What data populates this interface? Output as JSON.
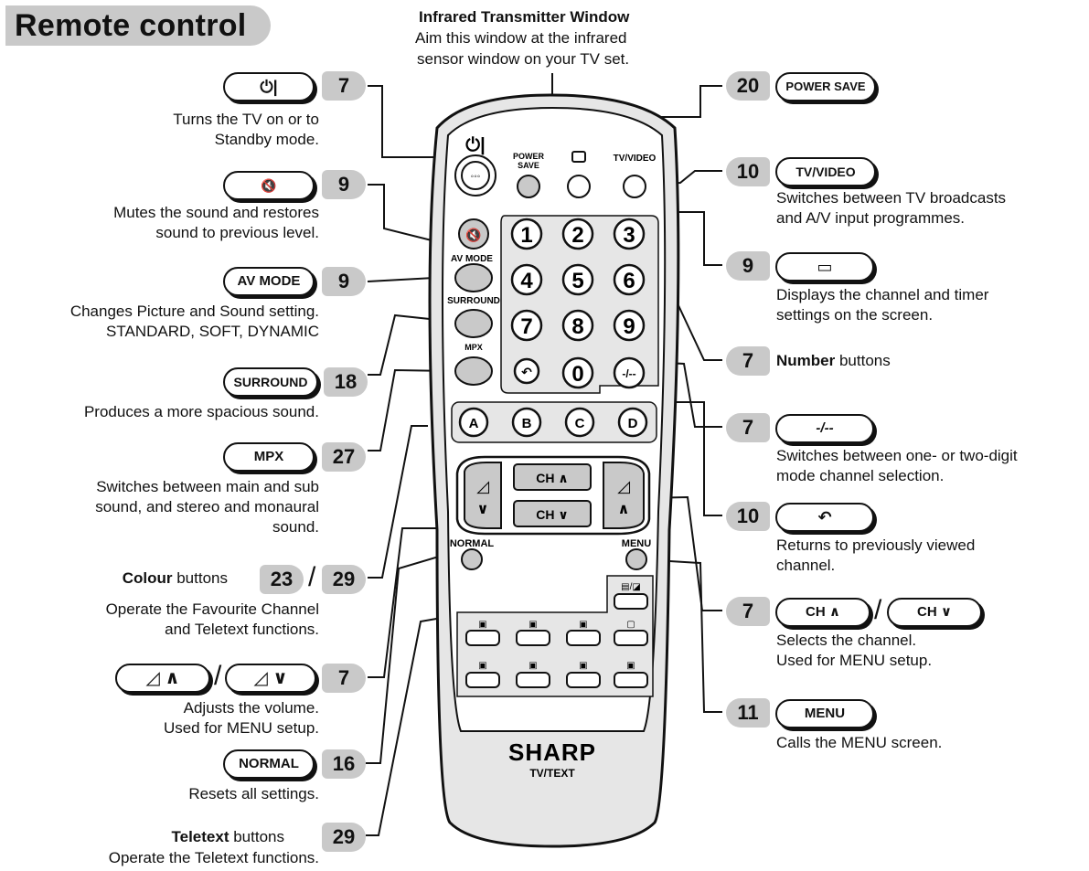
{
  "title": "Remote control",
  "ir_window": {
    "heading": "Infrared Transmitter Window",
    "line1": "Aim this window at the infrared",
    "line2": "sensor window on your TV set."
  },
  "left": {
    "power": {
      "page": "7",
      "key": "⏻|",
      "line1": "Turns the TV on or to",
      "line2": "Standby mode."
    },
    "mute": {
      "page": "9",
      "key": "🔇",
      "line1": "Mutes the sound and restores",
      "line2": "sound to previous level."
    },
    "avmode": {
      "page": "9",
      "key": "AV MODE",
      "line1": "Changes Picture and Sound setting.",
      "line2": "STANDARD, SOFT, DYNAMIC"
    },
    "surround": {
      "page": "18",
      "key": "SURROUND",
      "line1": "Produces a more spacious sound."
    },
    "mpx": {
      "page": "27",
      "key": "MPX",
      "line1": "Switches between main and sub",
      "line2": "sound, and stereo and monaural",
      "line3": "sound."
    },
    "colour": {
      "page1": "23",
      "page2": "29",
      "label_bold": "Colour",
      "label_rest": " buttons",
      "line1": "Operate the Favourite Channel",
      "line2": "and Teletext functions."
    },
    "volume": {
      "page": "7",
      "line1": "Adjusts the volume.",
      "line2": "Used for MENU setup."
    },
    "normal": {
      "page": "16",
      "key": "NORMAL",
      "line1": "Resets all settings."
    },
    "teletext": {
      "page": "29",
      "label_bold": "Teletext",
      "label_rest": " buttons",
      "line1": "Operate the Teletext functions."
    }
  },
  "right": {
    "powersave": {
      "page": "20",
      "key": "POWER SAVE"
    },
    "tvvideo": {
      "page": "10",
      "key": "TV/VIDEO",
      "line1": "Switches between TV broadcasts",
      "line2": "and A/V input programmes."
    },
    "display": {
      "page": "9",
      "key": "▭",
      "line1": "Displays the channel and timer",
      "line2": "settings on the screen."
    },
    "number": {
      "page": "7",
      "label_bold": "Number",
      "label_rest": " buttons"
    },
    "digit": {
      "page": "7",
      "key": "-/--",
      "line1": "Switches between one- or two-digit",
      "line2": "mode channel selection."
    },
    "flashback": {
      "page": "10",
      "key": "↶",
      "line1": "Returns to previously viewed",
      "line2": "channel."
    },
    "channel": {
      "page": "7",
      "key_up": "CH ∧",
      "key_down": "CH ∨",
      "line1": "Selects the channel.",
      "line2": "Used for MENU setup."
    },
    "menu": {
      "page": "11",
      "key": "MENU",
      "line1": "Calls the MENU screen."
    }
  },
  "remote": {
    "labels": {
      "power": "⏻|",
      "power_save": [
        "POWER",
        "SAVE"
      ],
      "tv_video": "TV/VIDEO",
      "av_mode": "AV MODE",
      "surround": "SURROUND",
      "mpx": "MPX",
      "normal": "NORMAL",
      "menu": "MENU",
      "ch_up": "CH",
      "ch_down": "CH",
      "brand": "SHARP",
      "model": "TV/TEXT"
    },
    "numbers": [
      "1",
      "2",
      "3",
      "4",
      "5",
      "6",
      "7",
      "8",
      "9",
      "0"
    ],
    "colour_keys": [
      "A",
      "B",
      "C",
      "D"
    ]
  }
}
